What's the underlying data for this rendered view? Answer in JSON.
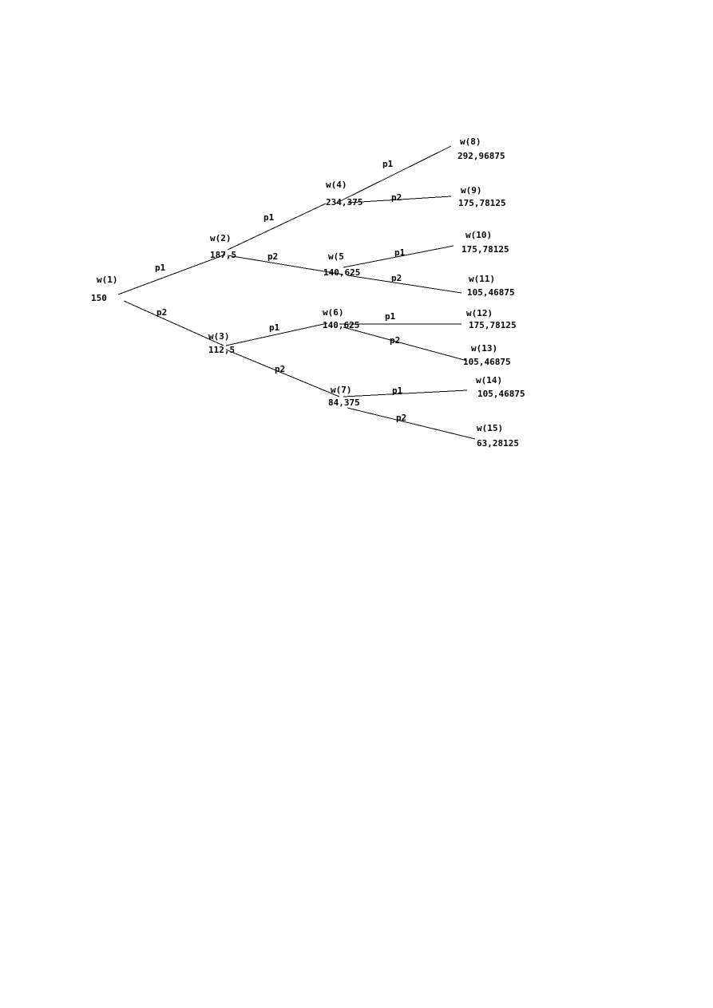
{
  "nodes": {
    "w1": {
      "label": "w(1)",
      "value": "150"
    },
    "w2": {
      "label": "w(2)",
      "value": "187,5"
    },
    "w3": {
      "label": "w(3)",
      "value": "112,5"
    },
    "w4": {
      "label": "w(4)",
      "value": "234,375"
    },
    "w5": {
      "label": "w(5",
      "value": "140,625"
    },
    "w6": {
      "label": "w(6)",
      "value": "140,625"
    },
    "w7": {
      "label": "w(7)",
      "value": "84,375"
    },
    "w8": {
      "label": "w(8)",
      "value": "292,96875"
    },
    "w9": {
      "label": "w(9)",
      "value": "175,78125"
    },
    "w10": {
      "label": "w(10)",
      "value": "175,78125"
    },
    "w11": {
      "label": "w(11)",
      "value": "105,46875"
    },
    "w12": {
      "label": "w(12)",
      "value": "175,78125"
    },
    "w13": {
      "label": "w(13)",
      "value": "105,46875"
    },
    "w14": {
      "label": "w(14)",
      "value": "105,46875"
    },
    "w15": {
      "label": "w(15)",
      "value": "63,28125"
    }
  },
  "edges": {
    "e1_2": {
      "label": "p1"
    },
    "e1_3": {
      "label": "p2"
    },
    "e2_4": {
      "label": "p1"
    },
    "e2_5": {
      "label": "p2"
    },
    "e3_6": {
      "label": "p1"
    },
    "e3_7": {
      "label": "p2"
    },
    "e4_8": {
      "label": "p1"
    },
    "e4_9": {
      "label": "p2"
    },
    "e5_10": {
      "label": "p1"
    },
    "e5_11": {
      "label": "p2"
    },
    "e6_12": {
      "label": "p1"
    },
    "e6_13": {
      "label": "p2"
    },
    "e7_14": {
      "label": "p1"
    },
    "e7_15": {
      "label": "p2"
    }
  }
}
